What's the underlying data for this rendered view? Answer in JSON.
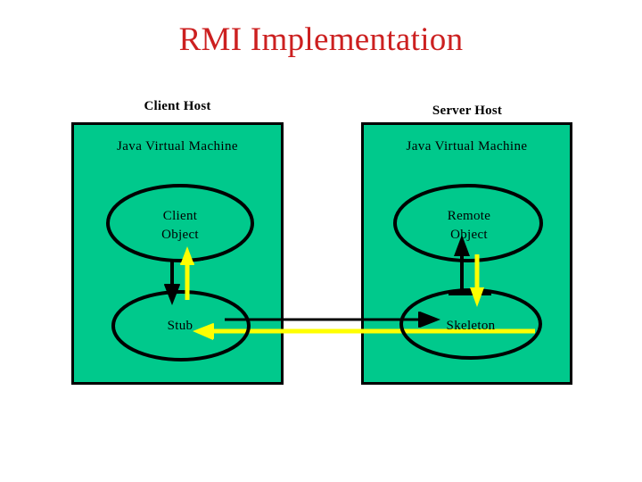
{
  "slide": {
    "title": "RMI Implementation",
    "title_color": "#cc2020",
    "background_color": "#ffffff"
  },
  "colors": {
    "jvm_fill": "#00c98c",
    "outline": "#000000",
    "yellow_arrow": "#ffff00",
    "black_arrow": "#000000"
  },
  "client_side": {
    "host_label": "Client Host",
    "jvm_label": "Java Virtual Machine",
    "nodes": [
      {
        "id": "client-object",
        "label_line1": "Client",
        "label_line2": "Object",
        "shape": "ellipse"
      },
      {
        "id": "stub",
        "label_line1": "Stub",
        "label_line2": "",
        "shape": "ellipse"
      }
    ]
  },
  "server_side": {
    "host_label": "Server Host",
    "jvm_label": "Java Virtual Machine",
    "nodes": [
      {
        "id": "remote-object",
        "label_line1": "Remote",
        "label_line2": "Object",
        "shape": "ellipse"
      },
      {
        "id": "skeleton",
        "label_line1": "Skeleton",
        "label_line2": "",
        "shape": "ellipse"
      }
    ]
  },
  "connections": [
    {
      "id": "client-object-to-stub",
      "color": "#000000",
      "direction": "down",
      "from": "Client Object",
      "to": "Stub"
    },
    {
      "id": "stub-to-client-object",
      "color": "#ffff00",
      "direction": "up",
      "from": "Stub",
      "to": "Client Object"
    },
    {
      "id": "stub-to-skeleton",
      "color": "#000000",
      "direction": "right",
      "from": "Stub",
      "to": "Skeleton"
    },
    {
      "id": "skeleton-to-stub",
      "color": "#ffff00",
      "direction": "left",
      "from": "Skeleton",
      "to": "Stub"
    },
    {
      "id": "skeleton-to-remote-object",
      "color": "#000000",
      "direction": "up",
      "from": "Skeleton",
      "to": "Remote Object"
    },
    {
      "id": "remote-object-to-skeleton",
      "color": "#ffff00",
      "direction": "down",
      "from": "Remote Object",
      "to": "Skeleton"
    }
  ]
}
